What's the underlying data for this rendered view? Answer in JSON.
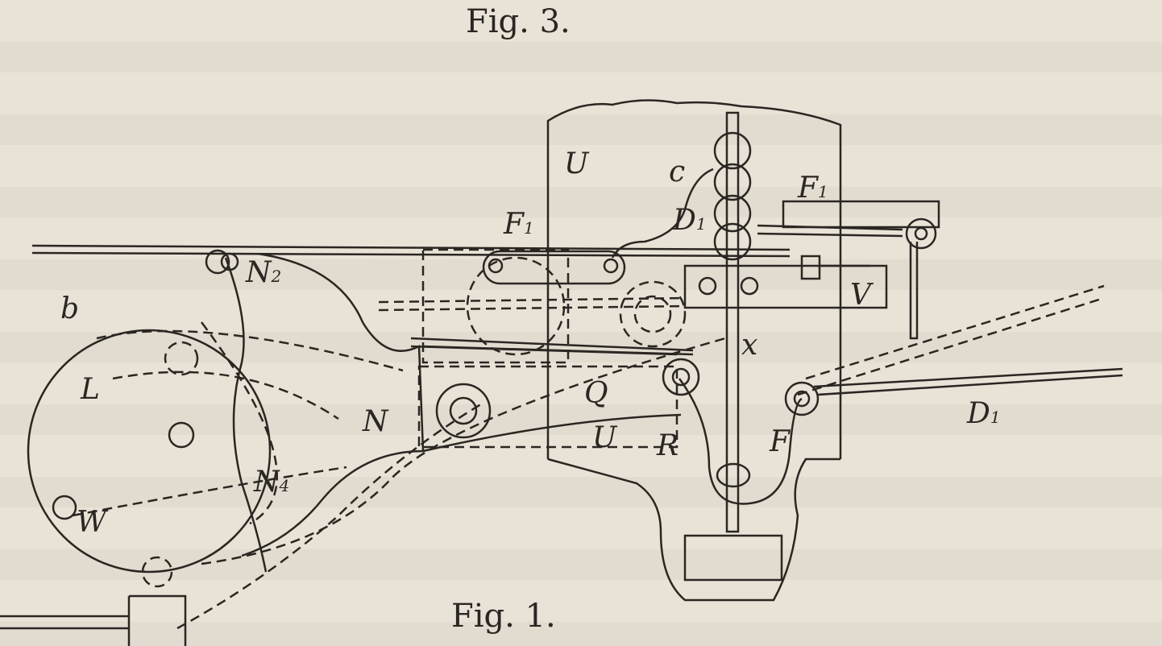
{
  "figures": {
    "fig3": "Fig. 3.",
    "fig1": "Fig. 1."
  },
  "labels": {
    "u_plate": "U",
    "c": "c",
    "f1_left": "F",
    "f1_left_sub": "1",
    "d1_top": "D",
    "d1_top_sub": "1",
    "f1_right": "F",
    "f1_right_sub": "1",
    "v": "V",
    "b": "b",
    "n2": "N",
    "n2_sub": "2",
    "l": "L",
    "n": "N",
    "q": "Q",
    "u_lower": "U",
    "r": "R",
    "x": "x",
    "d1_right": "D",
    "d1_right_sub": "1",
    "f_lower": "F",
    "n4": "N",
    "n4_sub": "4",
    "w": "W"
  }
}
